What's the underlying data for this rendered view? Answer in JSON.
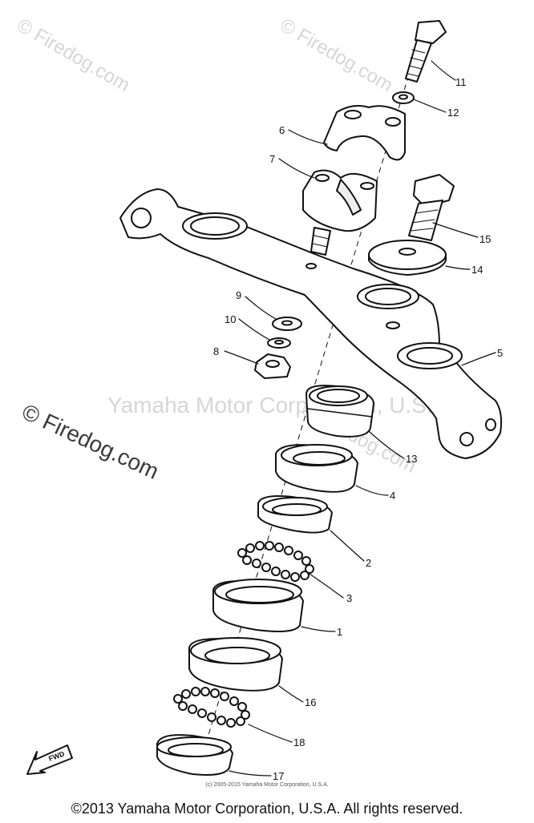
{
  "watermarks": {
    "top_left": "© Firedog.com",
    "top_right": "© Firedog.com",
    "mid_left": "© Firedog.com",
    "mid_right": "© Firedog.com",
    "center": "Yamaha Motor Corporation, U.S.A."
  },
  "callouts": [
    "11",
    "12",
    "6",
    "7",
    "15",
    "14",
    "9",
    "10",
    "8",
    "5",
    "13",
    "4",
    "2",
    "3",
    "1",
    "16",
    "18",
    "17"
  ],
  "fwd_label": "FWD",
  "fine_print": "(c) 2005-2015 Yamaha Motor Corporation, U.S.A.",
  "copyright": "©2013 Yamaha Motor Corporation, U.S.A. All rights reserved."
}
